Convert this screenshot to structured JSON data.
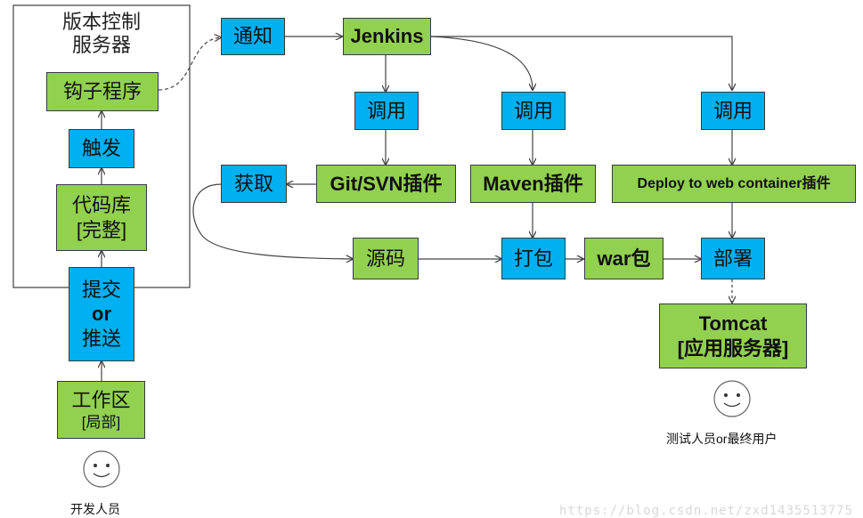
{
  "server": {
    "title_line1": "版本控制",
    "title_line2": "服务器"
  },
  "nodes": {
    "hook": "钩子程序",
    "trigger": "触发",
    "repo_line1": "代码库",
    "repo_line2": "[完整]",
    "commit_line1": "提交",
    "commit_line2": "or",
    "commit_line3": "推送",
    "workspace_line1": "工作区",
    "workspace_line2": "[局部]",
    "notify": "通知",
    "jenkins": "Jenkins",
    "invoke1": "调用",
    "invoke2": "调用",
    "invoke3": "调用",
    "fetch": "获取",
    "git_plugin": "Git/SVN插件",
    "maven_plugin": "Maven插件",
    "deploy_plugin": "Deploy to web container插件",
    "source": "源码",
    "package": "打包",
    "war": "war包",
    "deploy": "部署",
    "tomcat_line1": "Tomcat",
    "tomcat_line2": "[应用服务器]"
  },
  "people": {
    "developer": "开发人员",
    "tester": "测试人员or最终用户"
  },
  "watermark": "https://blog.csdn.net/zxd1435513775",
  "colors": {
    "blue": "#00b0f0",
    "green": "#92d050",
    "line": "#444444"
  }
}
